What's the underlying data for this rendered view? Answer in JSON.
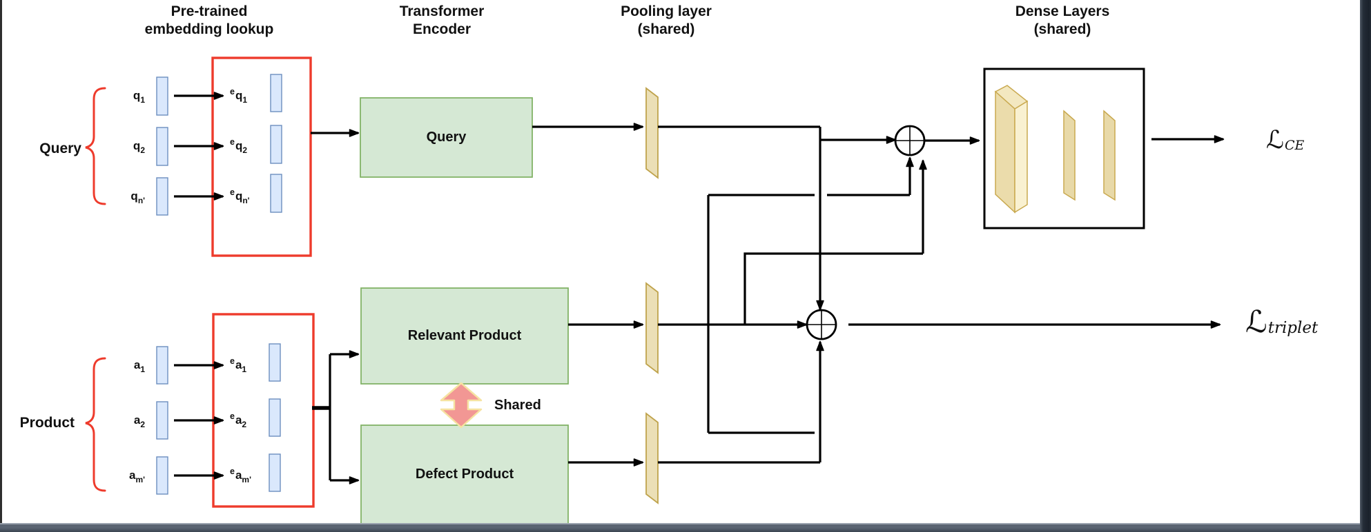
{
  "colors": {
    "canvas": "#FFFFFF",
    "ink": "#000000",
    "text": "#111111",
    "red": "#EE3B2C",
    "green_fill": "#D5E8D4",
    "green_border": "#82B366",
    "blue_fill": "#DAE8FC",
    "blue_border": "#6C8EBF",
    "tan_fill": "#EBDFB6",
    "tan_border": "#BFA34C",
    "slab_front": "#EBDCAB",
    "slab_side": "#F9F1D1",
    "slab_top": "#F3E8C0",
    "slab_border": "#C9A94F",
    "dense_thin_fill": "#E8D9A8",
    "salmon_fill": "#F29794",
    "salmon_border": "#F6E3A1",
    "frame_left": "#2E2E2E",
    "band_light": "#4E5864",
    "band_dark": "#1A212B",
    "bar_light": "#9AA2AE",
    "bar_mid": "#5A6472",
    "bar_dark": "#3A4450"
  },
  "headers": {
    "embedding": {
      "line1": "Pre-trained",
      "line2": "embedding lookup"
    },
    "encoder": {
      "line1": "Transformer",
      "line2": "Encoder"
    },
    "pooling": {
      "line1": "Pooling layer",
      "line2": "(shared)"
    },
    "dense": {
      "line1": "Dense Layers",
      "line2": "(shared)"
    }
  },
  "query_tower": {
    "label": "Query",
    "rows": [
      {
        "token_base": "q",
        "token_sub": "1",
        "embed_sup": "e",
        "embed_base": "q",
        "embed_sub": "1"
      },
      {
        "token_base": "q",
        "token_sub": "2",
        "embed_sup": "e",
        "embed_base": "q",
        "embed_sub": "2"
      },
      {
        "token_base": "q",
        "token_sub": "n'",
        "embed_sup": "e",
        "embed_base": "q",
        "embed_sub": "n'"
      }
    ]
  },
  "product_tower": {
    "label": "Product",
    "rows": [
      {
        "token_base": "a",
        "token_sub": "1",
        "embed_sup": "e",
        "embed_base": "a",
        "embed_sub": "1"
      },
      {
        "token_base": "a",
        "token_sub": "2",
        "embed_sup": "e",
        "embed_base": "a",
        "embed_sub": "2"
      },
      {
        "token_base": "a",
        "token_sub": "m'",
        "embed_sup": "e",
        "embed_base": "a",
        "embed_sub": "m'"
      }
    ]
  },
  "encoders": {
    "query": "Query",
    "relevant": "Relevant Product",
    "defect": "Defect Product"
  },
  "shared_label": "Shared",
  "losses": {
    "ce": {
      "symbol": "ℒ",
      "sub": "CE"
    },
    "triplet": {
      "symbol": "ℒ",
      "sub": "triplet"
    }
  }
}
